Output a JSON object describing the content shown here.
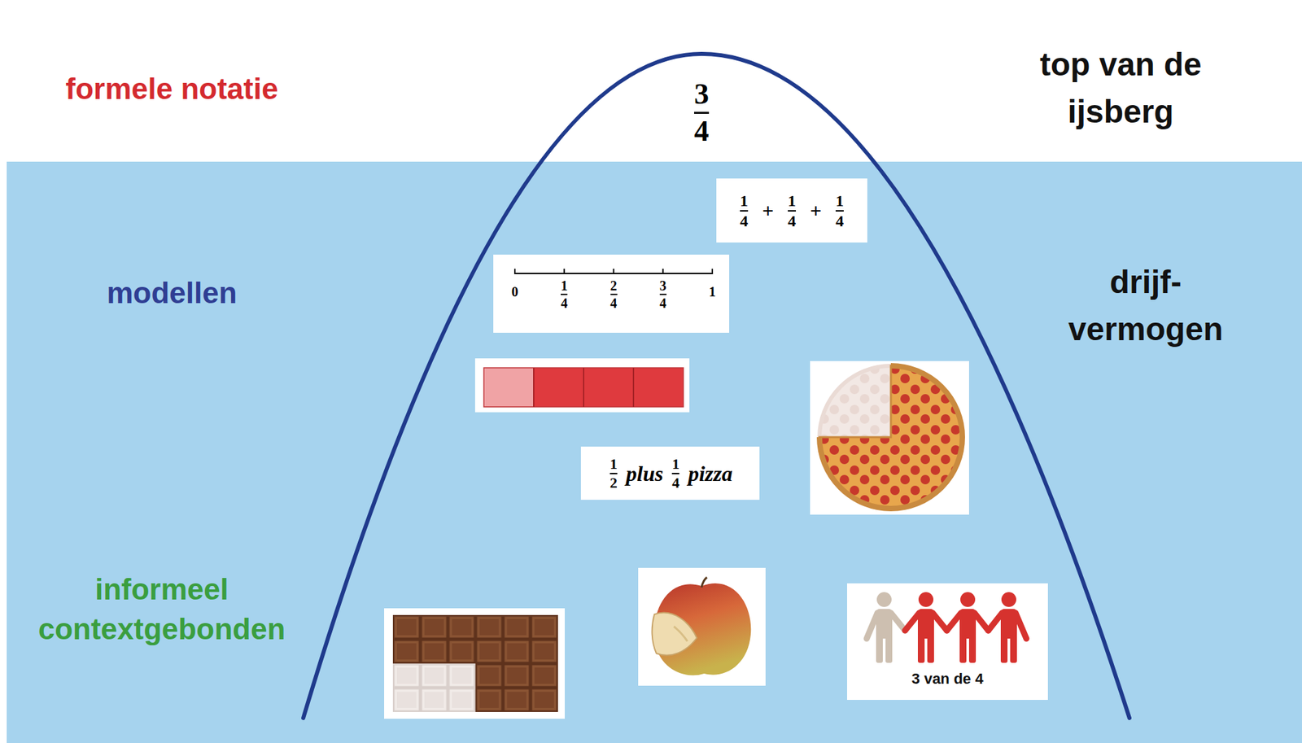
{
  "diagram": {
    "nodes": [
      {
        "text": [
          "3",
          "4"
        ]
      },
      {
        "text": [
          "1",
          "4",
          "+",
          "1",
          "4",
          "+",
          "1",
          "4"
        ],
        "in": 0
      },
      {
        "text": [
          "0",
          "1",
          "4",
          "2",
          "4",
          "3",
          "4",
          "1"
        ],
        "in": 0
      },
      {
        "text": [
          "1",
          "2",
          "plus",
          "1",
          "4",
          "pizza"
        ],
        "in": 0
      },
      {
        "text": [
          "3 van de 4"
        ],
        "in": 0
      }
    ],
    "labels": [
      "formele notatie",
      "top van de ijsberg",
      "modellen",
      "drijf- vermogen",
      "informeel contextgebonden"
    ]
  }
}
